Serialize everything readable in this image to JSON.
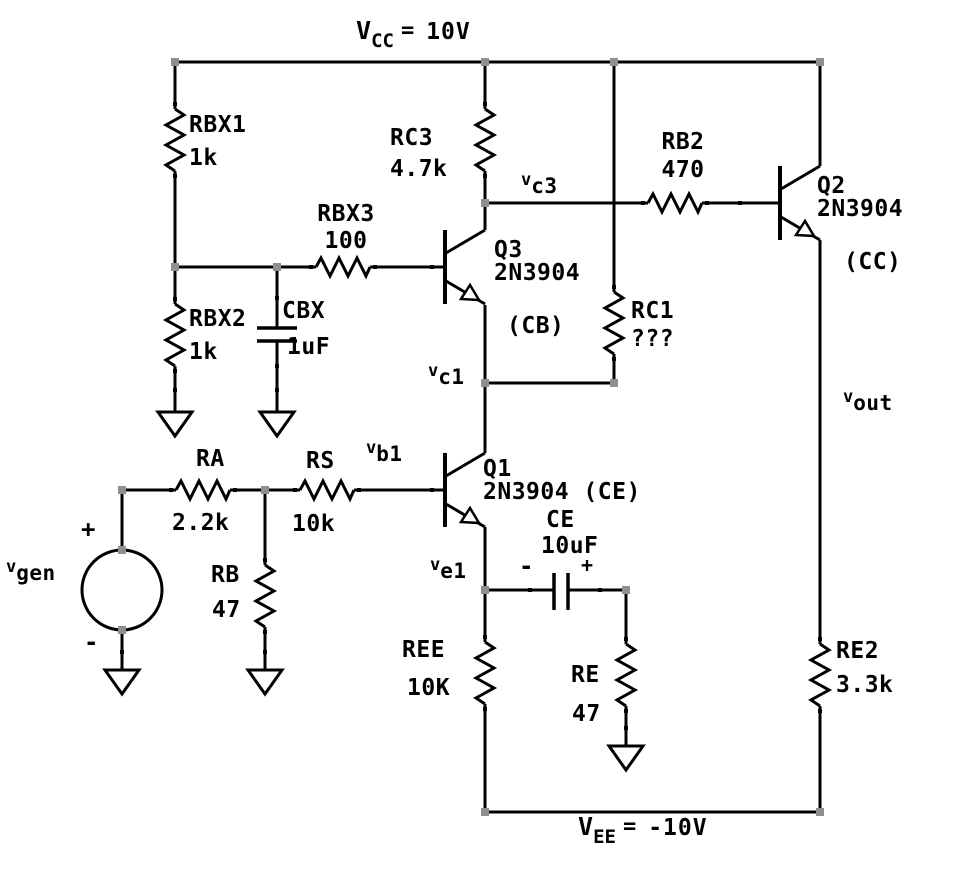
{
  "rails": {
    "vcc": {
      "symbol": "V",
      "sub": "CC",
      "eq": "=",
      "value": "10V"
    },
    "vee": {
      "symbol": "V",
      "sub": "EE",
      "eq": "=",
      "value": "-10V"
    }
  },
  "nodes": {
    "vc3": {
      "symbol": "v",
      "sub": "c3"
    },
    "vc1": {
      "symbol": "v",
      "sub": "c1"
    },
    "vb1": {
      "symbol": "v",
      "sub": "b1"
    },
    "ve1": {
      "symbol": "v",
      "sub": "e1"
    },
    "vgen": {
      "symbol": "v",
      "sub": "gen"
    },
    "vout": {
      "symbol": "v",
      "sub": "out"
    }
  },
  "components": {
    "rbx1": {
      "name": "RBX1",
      "value": "1k"
    },
    "rbx2": {
      "name": "RBX2",
      "value": "1k"
    },
    "rbx3": {
      "name": "RBX3",
      "value": "100"
    },
    "cbx": {
      "name": "CBX",
      "value": "1uF"
    },
    "rc3": {
      "name": "RC3",
      "value": "4.7k"
    },
    "rc1": {
      "name": "RC1",
      "value": "???"
    },
    "rb2": {
      "name": "RB2",
      "value": "470"
    },
    "ra": {
      "name": "RA",
      "value": "2.2k"
    },
    "rs": {
      "name": "RS",
      "value": "10k"
    },
    "rb": {
      "name": "RB",
      "value": "47"
    },
    "ree": {
      "name": "REE",
      "value": "10K"
    },
    "re": {
      "name": "RE",
      "value": "47"
    },
    "re2": {
      "name": "RE2",
      "value": "3.3k"
    },
    "ce": {
      "name": "CE",
      "value": "10uF"
    },
    "q1": {
      "name": "Q1",
      "value": "2N3904 (CE)"
    },
    "q2": {
      "name": "Q2",
      "value": "2N3904",
      "config": "(CC)"
    },
    "q3": {
      "name": "Q3",
      "value": "2N3904",
      "config": "(CB)"
    }
  },
  "polarity": {
    "vgen_plus": "+",
    "vgen_minus": "-",
    "ce_minus": "-",
    "ce_plus": "+"
  },
  "colors": {
    "wire": "#000000",
    "junction": "#8f8f8f",
    "background": "#ffffff"
  }
}
